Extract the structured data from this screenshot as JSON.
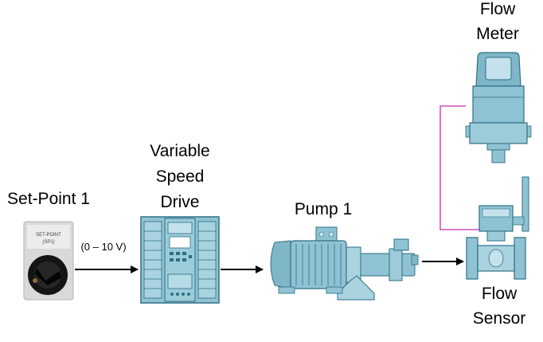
{
  "labels": {
    "setpoint": "Set-Point 1",
    "knob_line1": "SET-POINT",
    "knob_line2": "(SP1)",
    "signal": "(0 – 10 V)",
    "vsd_line1": "Variable",
    "vsd_line2": "Speed",
    "vsd_line3": "Drive",
    "pump": "Pump 1",
    "flowmeter_line1": "Flow",
    "flowmeter_line2": "Meter",
    "flowsensor_line1": "Flow",
    "flowsensor_line2": "Sensor"
  },
  "colors": {
    "equipment_fill": "#8fc3d3",
    "equipment_dark": "#2f6f86",
    "equipment_light": "#c4e2eb",
    "signal_cable": "#d64fbf",
    "arrow": "#000000"
  }
}
